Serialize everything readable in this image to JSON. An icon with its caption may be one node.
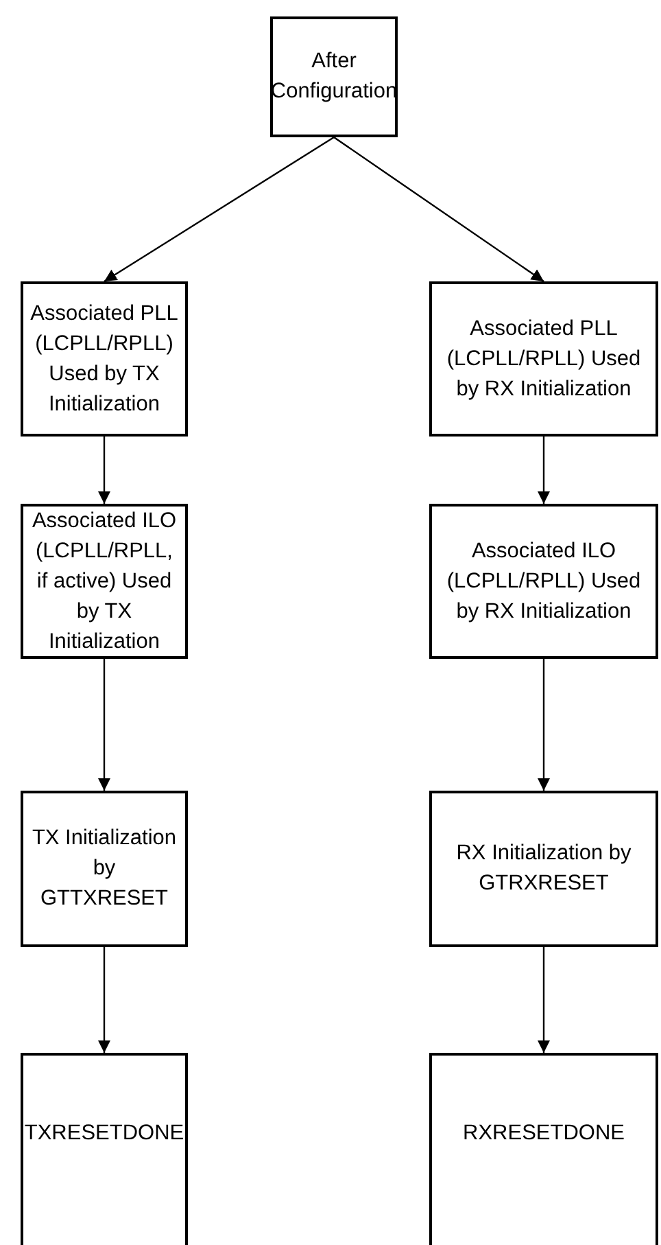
{
  "diagram": {
    "nodes": [
      {
        "text": [
          "After Configuration"
        ]
      },
      {
        "text": [
          "Associated PLL (LCPLL/RPLL) Used by TX Initialization"
        ]
      },
      {
        "text": [
          "Associated PLL (LCPLL/RPLL) Used by RX Initialization"
        ]
      },
      {
        "text": [
          "Associated ILO (LCPLL/RPLL, if active) Used by TX Initialization"
        ]
      },
      {
        "text": [
          "Associated ILO (LCPLL/RPLL) Used by RX Initialization"
        ]
      },
      {
        "text": [
          "TX Initialization by GTTXRESET"
        ]
      },
      {
        "text": [
          "RX Initialization by GTRXRESET"
        ]
      },
      {
        "text": [
          "TXRESETDONE"
        ]
      },
      {
        "text": [
          "RXRESETDONE"
        ]
      }
    ],
    "edges": [
      {
        "from": 0,
        "to": 1,
        "arrow": "to"
      },
      {
        "from": 0,
        "to": 2,
        "arrow": "to"
      },
      {
        "from": 1,
        "to": 3,
        "arrow": "to"
      },
      {
        "from": 2,
        "to": 4,
        "arrow": "to"
      },
      {
        "from": 3,
        "to": 5,
        "arrow": "to"
      },
      {
        "from": 4,
        "to": 6,
        "arrow": "to"
      },
      {
        "from": 5,
        "to": 7,
        "arrow": "to"
      },
      {
        "from": 6,
        "to": 8,
        "arrow": "to"
      }
    ]
  }
}
